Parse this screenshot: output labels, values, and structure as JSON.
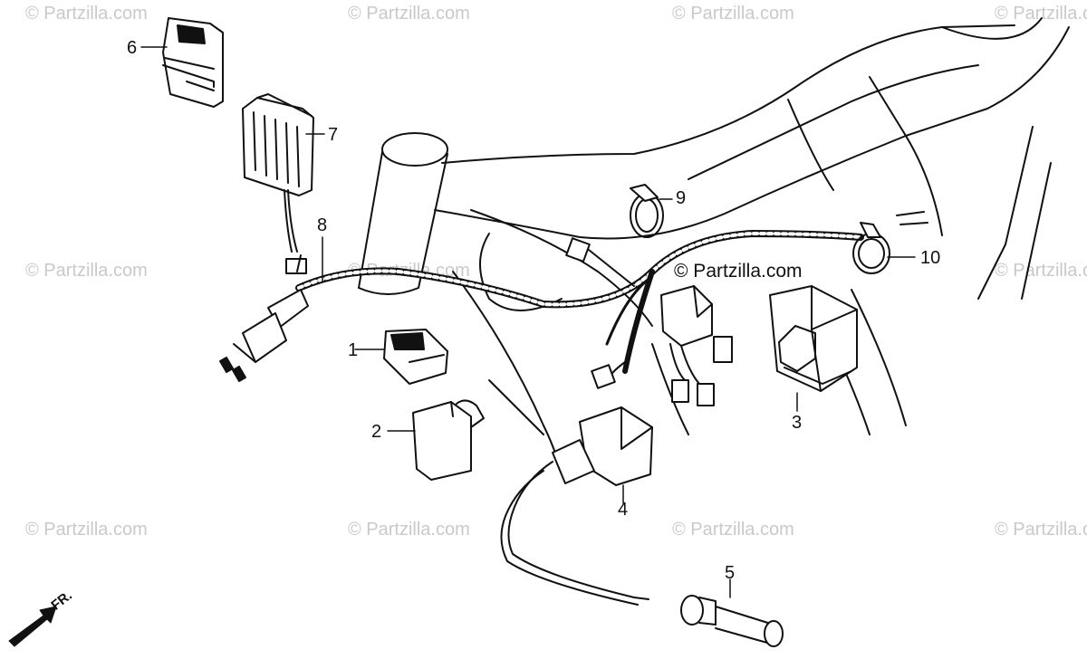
{
  "watermark": "© Partzilla.com",
  "center_watermark": "© Partzilla.com",
  "direction_label": "FR.",
  "callouts": [
    "1",
    "2",
    "3",
    "4",
    "5",
    "6",
    "7",
    "8",
    "9",
    "10"
  ],
  "line_color": "#111111",
  "watermark_color": "#c9c9c9"
}
